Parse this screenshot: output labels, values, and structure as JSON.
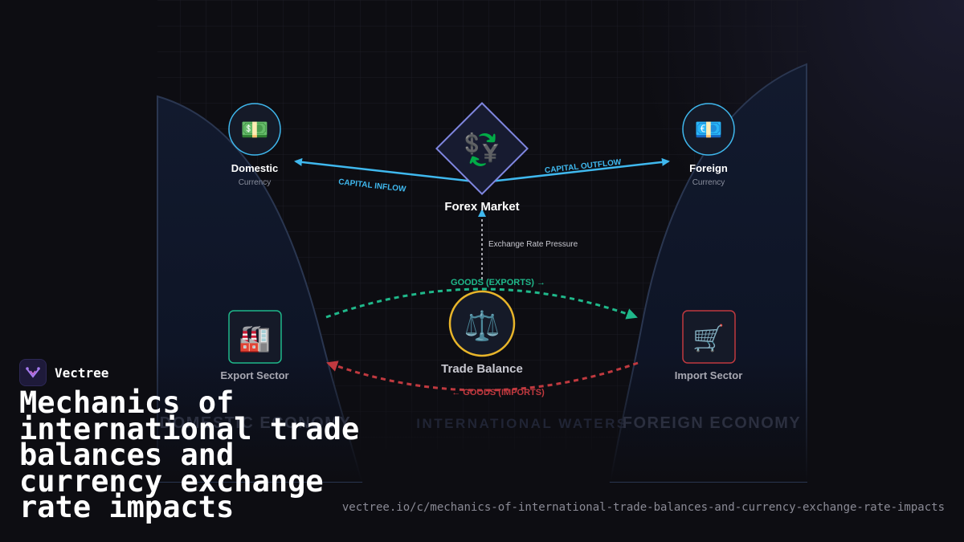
{
  "diagram": {
    "domestic_currency": {
      "icon": "💵",
      "title": "Domestic",
      "subtitle": "Currency"
    },
    "foreign_currency": {
      "icon": "💶",
      "title": "Foreign",
      "subtitle": "Currency"
    },
    "forex_market": {
      "icon": "💱",
      "title": "Forex Market"
    },
    "trade_balance": {
      "icon": "⚖️",
      "title": "Trade Balance"
    },
    "export_sector": {
      "icon": "🏭",
      "title": "Export Sector"
    },
    "import_sector": {
      "icon": "🛒",
      "title": "Import Sector"
    },
    "labels": {
      "capital_inflow": "CAPITAL INFLOW",
      "capital_outflow": "CAPITAL OUTFLOW",
      "exchange_rate_pressure": "Exchange Rate Pressure",
      "goods_exports": "GOODS (EXPORTS) →",
      "goods_imports": "← GOODS (IMPORTS)"
    },
    "regions": {
      "domestic": "DOMESTIC ECONOMY",
      "waters": "INTERNATIONAL WATERS",
      "foreign": "FOREIGN ECONOMY"
    },
    "colors": {
      "capital": "#3fb8ee",
      "exports": "#1fb88a",
      "imports": "#c0393f",
      "trade_ring": "#e8b52a",
      "forex_border": "#7f86e0"
    }
  },
  "brand": {
    "name": "Vectree"
  },
  "headline": "Mechanics of international trade balances and currency exchange rate impacts",
  "url": "vectree.io/c/mechanics-of-international-trade-balances-and-currency-exchange-rate-impacts"
}
